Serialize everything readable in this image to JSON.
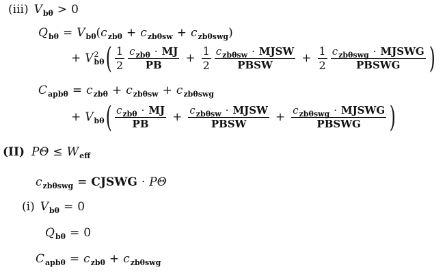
{
  "case_iii": {
    "label": "(iii)",
    "cond_V": "V",
    "cond_sub": "bθ",
    "cond_rel": ">",
    "cond_rhs": "0"
  },
  "Q": {
    "lhs": "Q",
    "lhs_sub": "bθ",
    "V": "V",
    "V_sub": "bθ",
    "c1": "c",
    "c1_sub": "zbθ",
    "c2": "c",
    "c2_sub": "zbθsw",
    "c3": "c",
    "c3_sub": "zbθswg",
    "V2": "V",
    "V2_sup": "2",
    "V2_sub": "bθ",
    "half": "1",
    "two": "2",
    "MJ": "MJ",
    "PB": "PB",
    "MJSW": "MJSW",
    "PBSW": "PBSW",
    "MJSWG": "MJSWG",
    "PBSWG": "PBSWG"
  },
  "C": {
    "lhs": "C",
    "lhs_sub": "apbθ",
    "c1": "c",
    "c1_sub": "zbθ",
    "c2": "c",
    "c2_sub": "zbθsw",
    "c3": "c",
    "c3_sub": "zbθswg",
    "V": "V",
    "V_sub": "bθ"
  },
  "case_II": {
    "label": "(II)",
    "P": "P",
    "Theta": "Θ",
    "rel": "≤",
    "W": "W",
    "W_sub": "eff"
  },
  "cswg": {
    "lhs": "c",
    "lhs_sub": "zbθswg",
    "CJSWG": "CJSWG",
    "P": "P",
    "Theta": "Θ"
  },
  "case_i": {
    "label": "(i)",
    "V": "V",
    "V_sub": "bθ",
    "rhs": "0"
  },
  "Q0": {
    "lhs": "Q",
    "lhs_sub": "bθ",
    "rhs": "0"
  },
  "C0": {
    "lhs": "C",
    "lhs_sub": "apbθ",
    "c1": "c",
    "c1_sub": "zbθ",
    "c2": "c",
    "c2_sub": "zbθswg"
  },
  "symbols": {
    "eq": "=",
    "plus": "+",
    "dot": "·",
    "lparen": "(",
    "rparen": ")"
  }
}
